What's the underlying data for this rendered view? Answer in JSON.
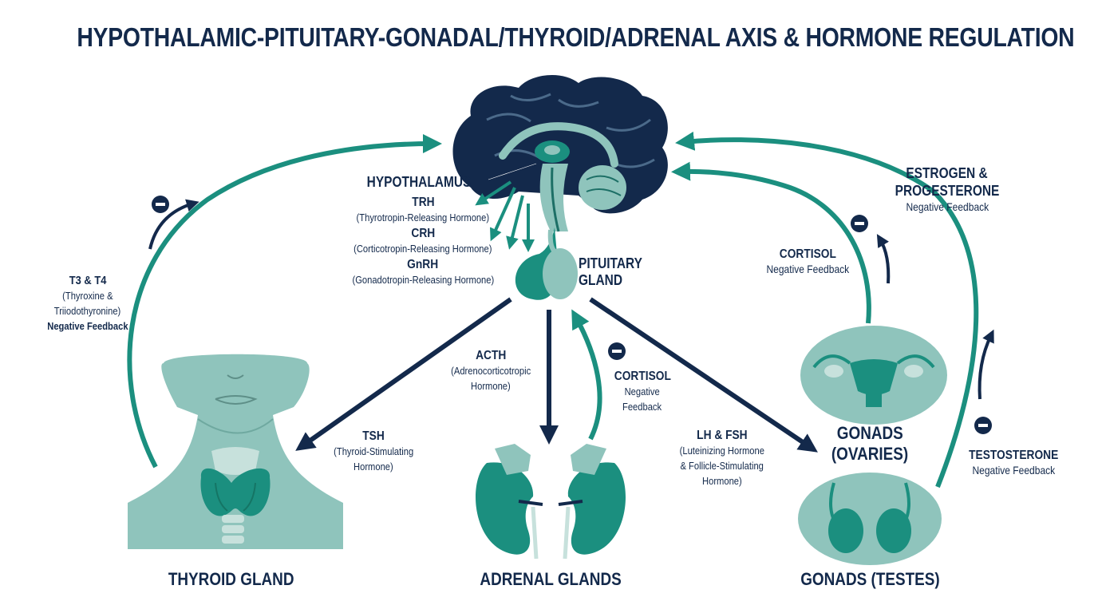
{
  "title": "HYPOTHALAMIC-PITUITARY-GONADAL/THYROID/ADRENAL AXIS & HORMONE REGULATION",
  "colors": {
    "navy": "#13294b",
    "teal": "#1b8f7f",
    "teal_light": "#8fc4bc",
    "teal_pale": "#c7e1dc",
    "teal_dark": "#1d6f66"
  },
  "hypothalamus": {
    "label": "HYPOTHALAMUS"
  },
  "releasing_hormones": [
    {
      "abbr": "TRH",
      "full": "(Thyrotropin-Releasing Hormone)"
    },
    {
      "abbr": "CRH",
      "full": "(Corticotropin-Releasing Hormone)"
    },
    {
      "abbr": "GnRH",
      "full": "(Gonadotropin-Releasing Hormone)"
    }
  ],
  "pituitary": {
    "line1": "PITUITARY",
    "line2": "GLAND"
  },
  "t3t4": {
    "name": "T3 & T4",
    "line2": "(Thyroxine &",
    "line3": "Triiodothyronine)",
    "note": "Negative Feedback"
  },
  "acth": {
    "name": "ACTH",
    "line2": "(Adrenocorticotropic",
    "line3": "Hormone)"
  },
  "cortisol_center": {
    "name": "CORTISOL",
    "line2": "Negative",
    "line3": "Feedback"
  },
  "cortisol_right": {
    "name": "CORTISOL",
    "note": "Negative Feedback"
  },
  "tsh": {
    "name": "TSH",
    "line2": "(Thyroid-Stimulating",
    "line3": "Hormone)"
  },
  "lhfsh": {
    "name": "LH & FSH",
    "line2": "(Luteinizing Hormone",
    "line3": "& Follicle-Stimulating",
    "line4": "Hormone)"
  },
  "estrogen": {
    "line1": "ESTROGEN &",
    "line2": "PROGESTERONE",
    "note": "Negative Feedback"
  },
  "testosterone": {
    "name": "TESTOSTERONE",
    "note": "Negative Feedback"
  },
  "ovaries": {
    "line1": "GONADS",
    "line2": "(OVARIES)"
  },
  "thyroid": {
    "label": "THYROID GLAND"
  },
  "adrenal": {
    "label": "ADRENAL GLANDS"
  },
  "testes": {
    "label": "GONADS (TESTES)"
  },
  "icons": {
    "inhibit": "minus-circle-icon"
  }
}
